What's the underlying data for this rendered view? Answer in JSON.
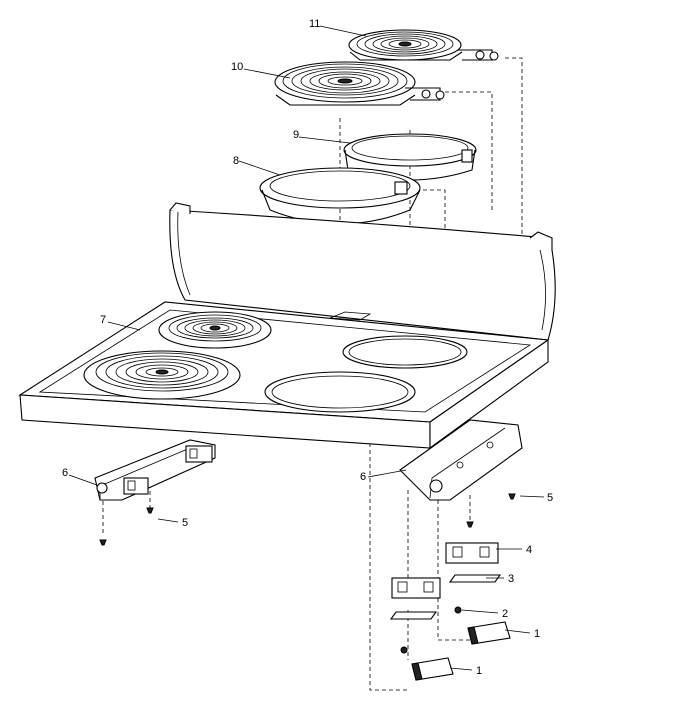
{
  "labels": {
    "l11": "11",
    "l10": "10",
    "l9": "9",
    "l8": "8",
    "l7": "7",
    "l6a": "6",
    "l6b": "6",
    "l5a": "5",
    "l5b": "5",
    "l4": "4",
    "l3": "3",
    "l2": "2",
    "l1a": "1",
    "l1b": "1"
  }
}
